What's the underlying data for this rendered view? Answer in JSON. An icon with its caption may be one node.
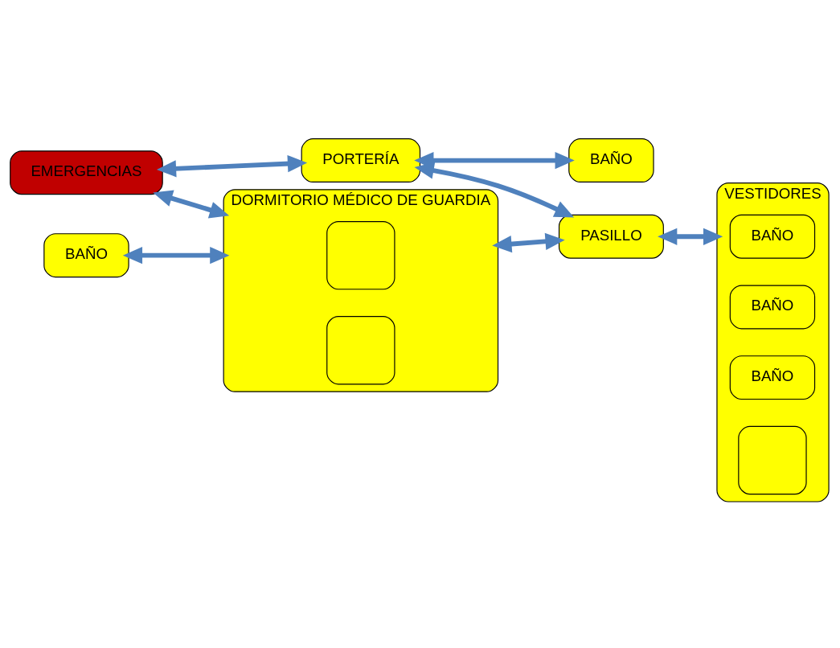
{
  "diagram": {
    "nodes": [
      {
        "text": [
          "EMERGENCIAS"
        ]
      },
      {
        "text": [
          "PORTERÍA"
        ]
      },
      {
        "text": [
          "PASILLO"
        ]
      },
      {
        "text": [
          "VESTIDORES"
        ]
      },
      {
        "text": [
          "BAÑO"
        ],
        "in": 3
      },
      {
        "text": [
          "BAÑO"
        ],
        "in": 3
      },
      {
        "text": [
          "BAÑO"
        ],
        "in": 3
      },
      {
        "text": [],
        "shape": "box",
        "in": 3
      },
      {
        "text": [
          "BAÑO"
        ]
      },
      {
        "text": [
          "BAÑO"
        ]
      },
      {
        "text": [
          "DORMITORIO MÉDICO DE GUARDIA"
        ]
      },
      {
        "text": [],
        "shape": "box",
        "in": 10
      },
      {
        "text": [],
        "shape": "box",
        "in": 10
      }
    ],
    "edges": [
      {
        "from": 0,
        "to": 1,
        "arrow": "both"
      },
      {
        "from": 1,
        "to": 2,
        "arrow": "both"
      },
      {
        "from": 1,
        "to": 9,
        "arrow": "both"
      },
      {
        "from": 2,
        "to": 3,
        "arrow": "both"
      },
      {
        "from": 8,
        "to": 10,
        "arrow": "both"
      },
      {
        "from": 10,
        "to": 2,
        "arrow": "both"
      },
      {
        "from": 0,
        "to": 10,
        "arrow": "both"
      }
    ]
  }
}
